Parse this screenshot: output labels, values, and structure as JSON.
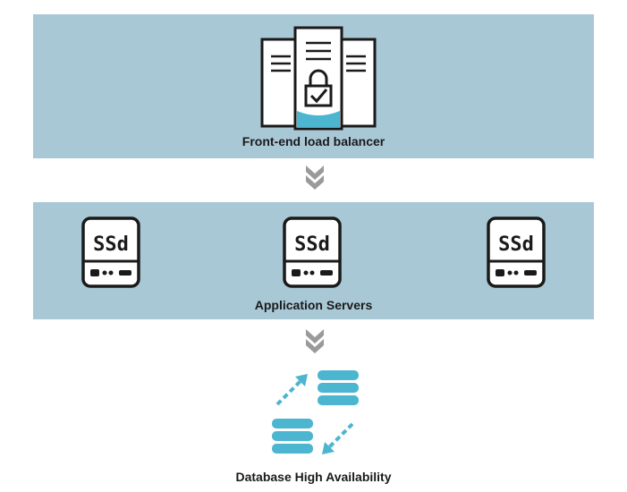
{
  "tiers": {
    "frontend": {
      "label": "Front-end load balancer"
    },
    "app": {
      "label": "Application Servers",
      "servers": [
        {
          "badge": "SSd"
        },
        {
          "badge": "SSd"
        },
        {
          "badge": "SSd"
        }
      ]
    },
    "database": {
      "label": "Database High Availability"
    }
  },
  "colors": {
    "band": "#a9c8d6",
    "accent": "#4cb5cf",
    "ink": "#1a1a1a",
    "arrow": "#9a9a9a"
  },
  "icons": {
    "frontend": "load-balancer-lock-icon",
    "server": "ssd-server-icon",
    "flow": "chevron-down-arrow-icon",
    "database": "database-replication-icon"
  }
}
